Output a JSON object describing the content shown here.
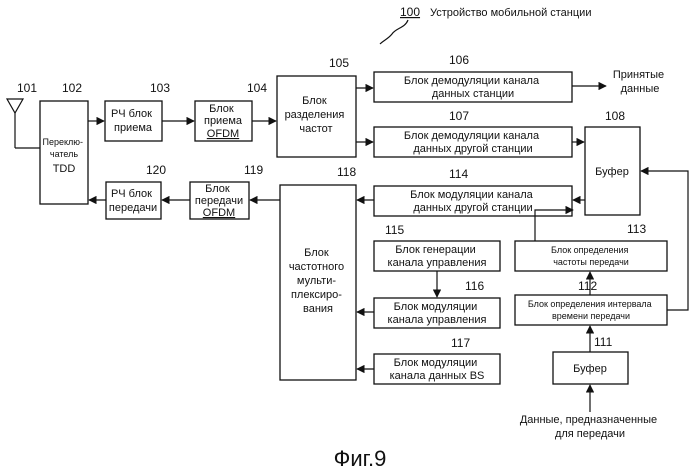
{
  "header": {
    "number": "100",
    "title": "Устройство мобильной станции"
  },
  "caption": "Фиг.9",
  "antenna": {
    "number": "101"
  },
  "blocks": {
    "tdd_switch": {
      "number": "102",
      "lines": [
        "Переклю-",
        "чатель",
        "TDD"
      ]
    },
    "rf_receive": {
      "number": "103",
      "lines": [
        "РЧ блок",
        "приема"
      ]
    },
    "ofdm_receive": {
      "number": "104",
      "lines": [
        "Блок",
        "приема",
        "OFDM"
      ]
    },
    "freq_split": {
      "number": "105",
      "lines": [
        "Блок",
        "разделения",
        "частот"
      ]
    },
    "demod_own": {
      "number": "106",
      "lines": [
        "Блок демодуляции канала",
        "данных станции"
      ]
    },
    "demod_other": {
      "number": "107",
      "lines": [
        "Блок демодуляции канала",
        "данных другой станции"
      ]
    },
    "buffer_top": {
      "number": "108",
      "lines": [
        "Буфер"
      ]
    },
    "buffer_bottom": {
      "number": "111",
      "lines": [
        "Буфер"
      ]
    },
    "interval_det": {
      "number": "112",
      "lines": [
        "Блок определения интервала",
        "времени передачи"
      ]
    },
    "freq_det": {
      "number": "113",
      "lines": [
        "Блок определения",
        "частоты передачи"
      ]
    },
    "mod_other": {
      "number": "114",
      "lines": [
        "Блок модуляции канала",
        "данных другой станции"
      ]
    },
    "ctrl_gen": {
      "number": "115",
      "lines": [
        "Блок генерации",
        "канала управления"
      ]
    },
    "ctrl_mod": {
      "number": "116",
      "lines": [
        "Блок модуляции",
        "канала управления"
      ]
    },
    "bs_mod": {
      "number": "117",
      "lines": [
        "Блок модуляции",
        "канала данных BS"
      ]
    },
    "freq_mux": {
      "number": "118",
      "lines": [
        "Блок",
        "частотного",
        "мульти-",
        "плексиро-",
        "вания"
      ]
    },
    "ofdm_transmit": {
      "number": "119",
      "lines": [
        "Блок",
        "передачи",
        "OFDM"
      ]
    },
    "rf_transmit": {
      "number": "120",
      "lines": [
        "РЧ блок",
        "передачи"
      ]
    }
  },
  "outputs": {
    "received_lines": [
      "Принятые",
      "данные"
    ]
  },
  "inputs": {
    "transmit_lines": [
      "Данные, предназначенные",
      "для передачи"
    ]
  }
}
